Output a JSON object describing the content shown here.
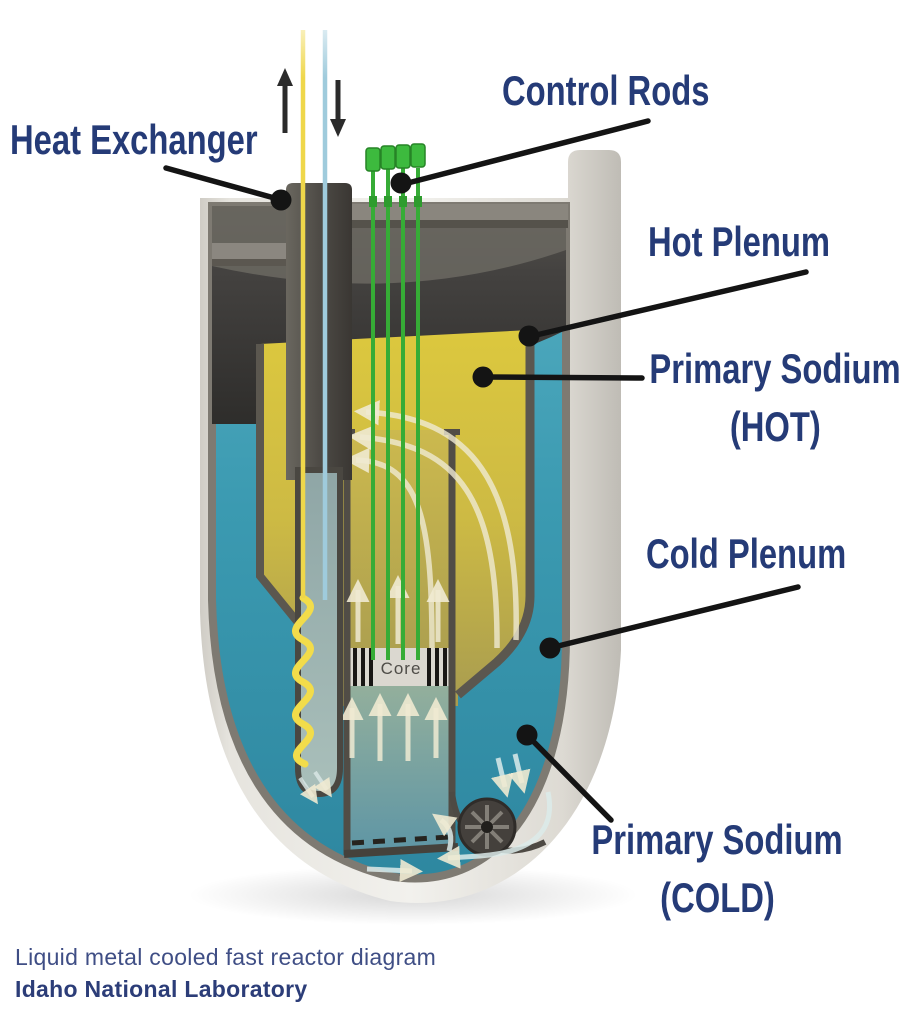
{
  "labels": {
    "heat_exchanger": "Heat Exchanger",
    "control_rods": "Control Rods",
    "hot_plenum": "Hot Plenum",
    "primary_sodium_hot_line1": "Primary Sodium",
    "primary_sodium_hot_line2": "(HOT)",
    "cold_plenum": "Cold Plenum",
    "primary_sodium_cold_line1": "Primary Sodium",
    "primary_sodium_cold_line2": "(COLD)"
  },
  "diagram": {
    "core_label": "Core"
  },
  "caption": {
    "line1": "Liquid metal cooled fast reactor diagram",
    "line2": "Idaho National Laboratory"
  },
  "colors": {
    "label_text": "#253B77",
    "caption_text": "#3F4E85",
    "caption_bold_text": "#2C3D78",
    "hot_sodium_yellow": "#D6C13B",
    "cold_sodium_blue": "#3A9DB4",
    "control_rod_green": "#3CBC3E",
    "vessel_shell": "#ECEAE5",
    "cover_gas_gray": "#3E3C39",
    "heat_exchanger_coil": "#F2DC4A",
    "leader_line": "#141414"
  }
}
